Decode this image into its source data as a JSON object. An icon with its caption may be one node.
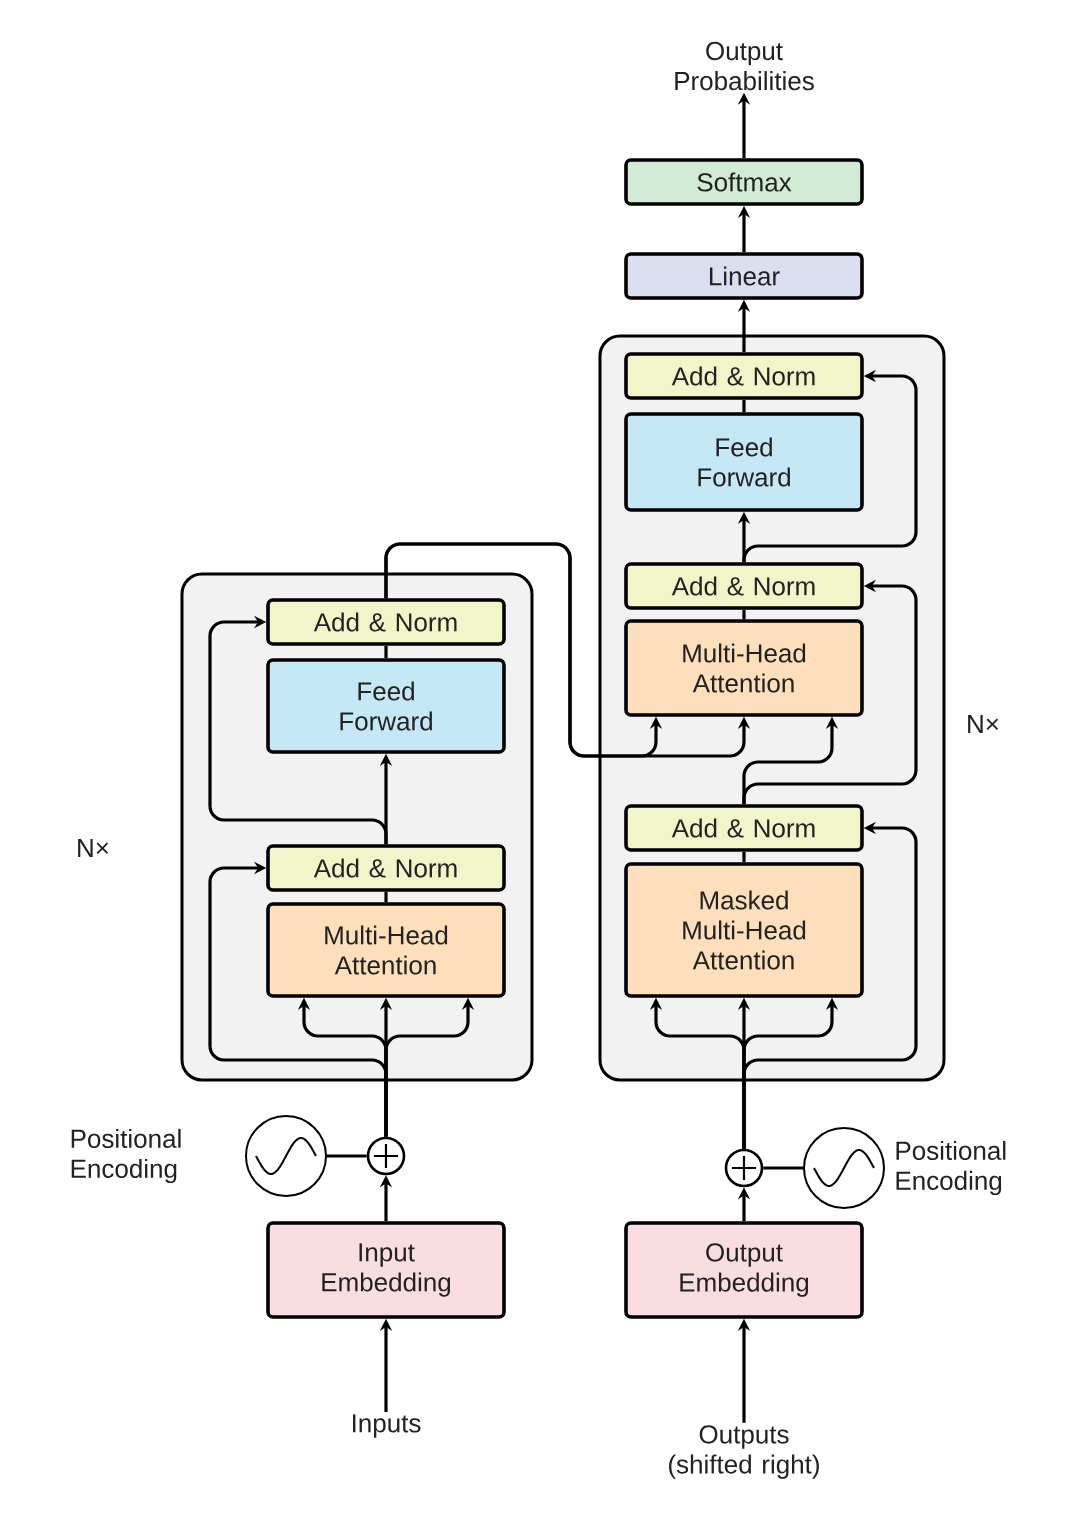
{
  "diagram": {
    "nodes": [
      {
        "text": [],
        "shape": "box",
        "beside": [
          "N×"
        ]
      },
      {
        "text": [
          "Add & Norm"
        ],
        "in": 0
      },
      {
        "text": [
          "Feed Forward"
        ],
        "in": 0
      },
      {
        "text": [
          "Add & Norm"
        ],
        "in": 0
      },
      {
        "text": [
          "Multi-Head Attention"
        ],
        "in": 0
      },
      {
        "text": [],
        "shape": "circle"
      },
      {
        "text": [],
        "shape": "circle",
        "beside": [
          "Positional Encoding"
        ]
      },
      {
        "text": [
          "Input Embedding"
        ]
      },
      {
        "text": [
          "Inputs"
        ]
      },
      {
        "text": [],
        "shape": "box",
        "beside": [
          "N×"
        ]
      },
      {
        "text": [
          "Add & Norm"
        ],
        "in": 9
      },
      {
        "text": [
          "Feed Forward"
        ],
        "in": 9
      },
      {
        "text": [
          "Add & Norm"
        ],
        "in": 9
      },
      {
        "text": [
          "Multi-Head Attention"
        ],
        "in": 9
      },
      {
        "text": [
          "Add & Norm"
        ],
        "in": 9
      },
      {
        "text": [
          "Masked Multi-Head Attention"
        ],
        "in": 9
      },
      {
        "text": [],
        "shape": "circle"
      },
      {
        "text": [],
        "shape": "circle",
        "beside": [
          "Positional Encoding"
        ]
      },
      {
        "text": [
          "Output Embedding"
        ]
      },
      {
        "text": [
          "Outputs (shifted right)"
        ]
      },
      {
        "text": [
          "Linear"
        ]
      },
      {
        "text": [
          "Softmax"
        ]
      },
      {
        "text": [
          "Output Probabilities"
        ]
      }
    ],
    "edges": [
      {
        "from": 8,
        "to": 7,
        "arrow": "to"
      },
      {
        "from": 7,
        "to": 5,
        "arrow": "to"
      },
      {
        "from": 6,
        "to": 5,
        "arrow": "none"
      },
      {
        "from": 5,
        "to": 4,
        "arrow": "to"
      },
      {
        "from": 5,
        "to": 4,
        "arrow": "to"
      },
      {
        "from": 5,
        "to": 4,
        "arrow": "to"
      },
      {
        "from": 5,
        "to": 3,
        "arrow": "to"
      },
      {
        "from": 4,
        "to": 3,
        "arrow": "none"
      },
      {
        "from": 3,
        "to": 2,
        "arrow": "to"
      },
      {
        "from": 3,
        "to": 1,
        "arrow": "to"
      },
      {
        "from": 2,
        "to": 1,
        "arrow": "none"
      },
      {
        "from": 1,
        "to": 13,
        "arrow": "to"
      },
      {
        "from": 1,
        "to": 13,
        "arrow": "to"
      },
      {
        "from": 19,
        "to": 18,
        "arrow": "to"
      },
      {
        "from": 18,
        "to": 16,
        "arrow": "to"
      },
      {
        "from": 17,
        "to": 16,
        "arrow": "none"
      },
      {
        "from": 16,
        "to": 15,
        "arrow": "to"
      },
      {
        "from": 16,
        "to": 15,
        "arrow": "to"
      },
      {
        "from": 16,
        "to": 15,
        "arrow": "to"
      },
      {
        "from": 16,
        "to": 14,
        "arrow": "to"
      },
      {
        "from": 15,
        "to": 14,
        "arrow": "none"
      },
      {
        "from": 14,
        "to": 13,
        "arrow": "to"
      },
      {
        "from": 14,
        "to": 12,
        "arrow": "to"
      },
      {
        "from": 13,
        "to": 12,
        "arrow": "none"
      },
      {
        "from": 12,
        "to": 11,
        "arrow": "to"
      },
      {
        "from": 12,
        "to": 10,
        "arrow": "to"
      },
      {
        "from": 11,
        "to": 10,
        "arrow": "none"
      },
      {
        "from": 10,
        "to": 20,
        "arrow": "to"
      },
      {
        "from": 20,
        "to": 21,
        "arrow": "to"
      },
      {
        "from": 21,
        "to": 22,
        "arrow": "to"
      }
    ]
  }
}
